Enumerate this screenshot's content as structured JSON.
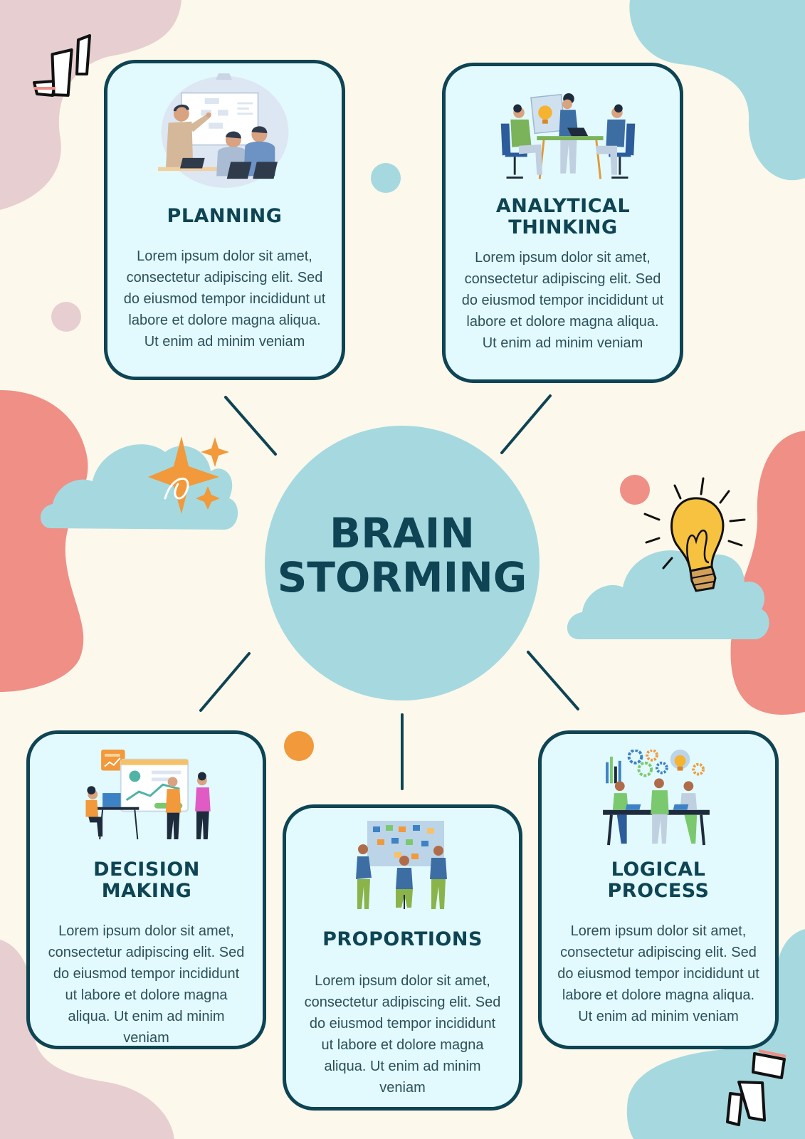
{
  "center": {
    "line1": "BRAIN",
    "line2": "STORMING"
  },
  "cards": [
    {
      "title": "PLANNING",
      "body": "Lorem ipsum dolor sit amet, consectetur adipiscing elit. Sed do eiusmod tempor incididunt ut labore et dolore magna aliqua. Ut enim ad minim veniam"
    },
    {
      "title": "ANALYTICAL THINKING",
      "body": "Lorem ipsum dolor sit amet, consectetur adipiscing elit. Sed do eiusmod tempor incididunt ut labore et dolore magna aliqua. Ut enim ad minim veniam"
    },
    {
      "title": "DECISION MAKING",
      "body": "Lorem ipsum dolor sit amet, consectetur adipiscing elit. Sed do eiusmod tempor incididunt ut labore et dolore magna aliqua. Ut enim ad minim veniam"
    },
    {
      "title": "PROPORTIONS",
      "body": "Lorem ipsum dolor sit amet, consectetur adipiscing elit. Sed do eiusmod tempor incididunt ut labore et dolore magna aliqua. Ut enim ad minim veniam"
    },
    {
      "title": "LOGICAL PROCESS",
      "body": "Lorem ipsum dolor sit amet, consectetur adipiscing elit. Sed do eiusmod tempor incididunt ut labore et dolore magna aliqua. Ut enim ad minim veniam"
    }
  ],
  "icons": {
    "top_left_sparkle": "sparkle-burst-icon",
    "bottom_right_sparkle": "sparkle-burst-icon",
    "cloud_star": "cloud-with-stars-icon",
    "cloud_bulb": "cloud-with-lightbulb-icon"
  },
  "colors": {
    "background": "#fdf8ec",
    "card_fill": "#e2fafd",
    "card_border": "#0e4453",
    "center_circle": "#a5d9df",
    "title_text": "#0e4453",
    "blob_pink": "#e7cfd1",
    "blob_coral": "#ef8f86",
    "blob_teal": "#a5d9df",
    "accent_orange": "#f1993b"
  }
}
